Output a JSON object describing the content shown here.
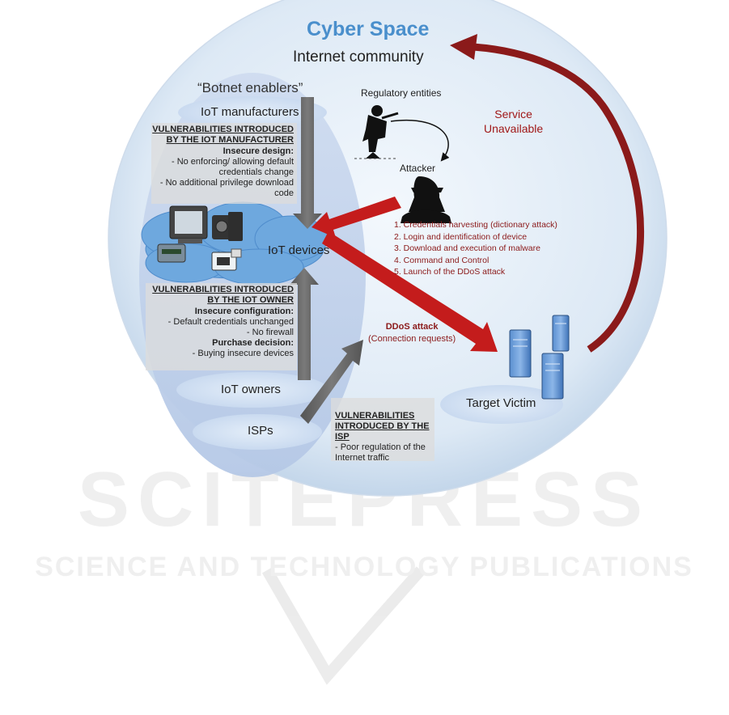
{
  "title": "Cyber Space",
  "subtitle": "Internet community",
  "enablers_title": "“Botnet enablers”",
  "regulatory_entities": "Regulatory entities",
  "attacker": "Attacker",
  "service_unavailable": [
    "Service",
    "Unavailable"
  ],
  "nodes": {
    "iot_manufacturers": "IoT manufacturers",
    "iot_devices": "IoT devices",
    "iot_owners": "IoT owners",
    "isps": "ISPs",
    "target_victim": "Target Victim"
  },
  "attack_steps": [
    "1. Credentials harvesting (dictionary attack)",
    "2. Login and identification of device",
    "3. Download and execution of malware",
    "4. Command and Control",
    "5. Launch of the DDoS attack"
  ],
  "ddos": {
    "title": "DDoS attack",
    "subtitle": "(Connection requests)"
  },
  "manufacturer_box": {
    "heading": [
      "VULNERABILITIES INTRODUCED",
      "BY THE IOT MANUFACTURER"
    ],
    "sub": "Insecure design:",
    "lines": [
      "- No enforcing/ allowing default",
      "credentials change",
      "- No additional privilege download",
      "code"
    ]
  },
  "owner_box": {
    "heading": [
      "VULNERABILITIES INTRODUCED",
      "BY THE IOT OWNER"
    ],
    "sub1": "Insecure configuration:",
    "lines1": [
      "- Default credentials unchanged",
      "- No firewall"
    ],
    "sub2": "Purchase decision:",
    "lines2": [
      "- Buying insecure devices"
    ]
  },
  "isp_box": {
    "heading": [
      "VULNERABILITIES",
      "INTRODUCED BY THE ISP"
    ],
    "lines": [
      "- Poor regulation of the",
      "Internet traffic"
    ]
  },
  "watermark": {
    "big": "SCITEPRESS",
    "small": "SCIENCE AND TECHNOLOGY PUBLICATIONS"
  },
  "colors": {
    "title_blue": "#4a8fcc",
    "dark_red": "#8b1a1a",
    "arrow_red": "#c41c1c",
    "arrow_gray": "#6a6a6a"
  }
}
